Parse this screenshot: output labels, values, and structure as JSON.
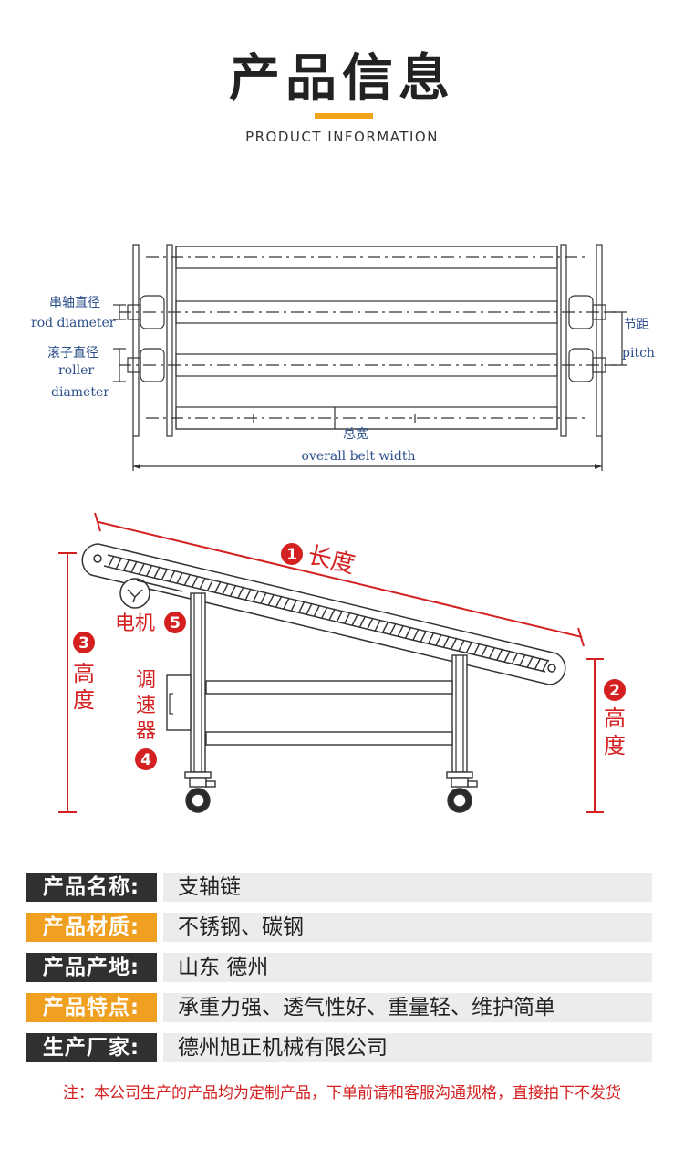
{
  "header": {
    "title": "产品信息",
    "subtitle": "PRODUCT INFORMATION",
    "accent_color": "#f2a31c"
  },
  "top_diagram": {
    "rod_diameter_cn": "串轴直径",
    "rod_diameter_en": "rod diameter",
    "roller_diameter_cn": "滚子直径",
    "roller_en": "roller",
    "diameter_en": "diameter",
    "pitch_cn": "节距",
    "pitch_en": "pitch",
    "overall_width_cn": "总宽",
    "overall_width_en": "overall belt width"
  },
  "side_diagram": {
    "length_num": "1",
    "length_label": "长度",
    "height_right_num": "2",
    "height_right_c1": "高",
    "height_right_c2": "度",
    "height_left_num": "3",
    "height_left_c1": "高",
    "height_left_c2": "度",
    "controller_num": "4",
    "controller_c1": "调",
    "controller_c2": "速",
    "controller_c3": "器",
    "motor_num": "5",
    "motor_label": "电机",
    "accent_color": "#d42020"
  },
  "info_rows": [
    {
      "label": "产品名称:",
      "value": "支轴链",
      "style": "dark"
    },
    {
      "label": "产品材质:",
      "value": "不锈钢、碳钢",
      "style": "orange"
    },
    {
      "label": "产品产地:",
      "value": "山东 德州",
      "style": "dark"
    },
    {
      "label": "产品特点:",
      "value": "承重力强、透气性好、重量轻、维护简单",
      "style": "orange"
    },
    {
      "label": "生产厂家:",
      "value": "德州旭正机械有限公司",
      "style": "dark"
    }
  ],
  "note": "注：本公司生产的产品均为定制产品，下单前请和客服沟通规格，直接拍下不发货"
}
